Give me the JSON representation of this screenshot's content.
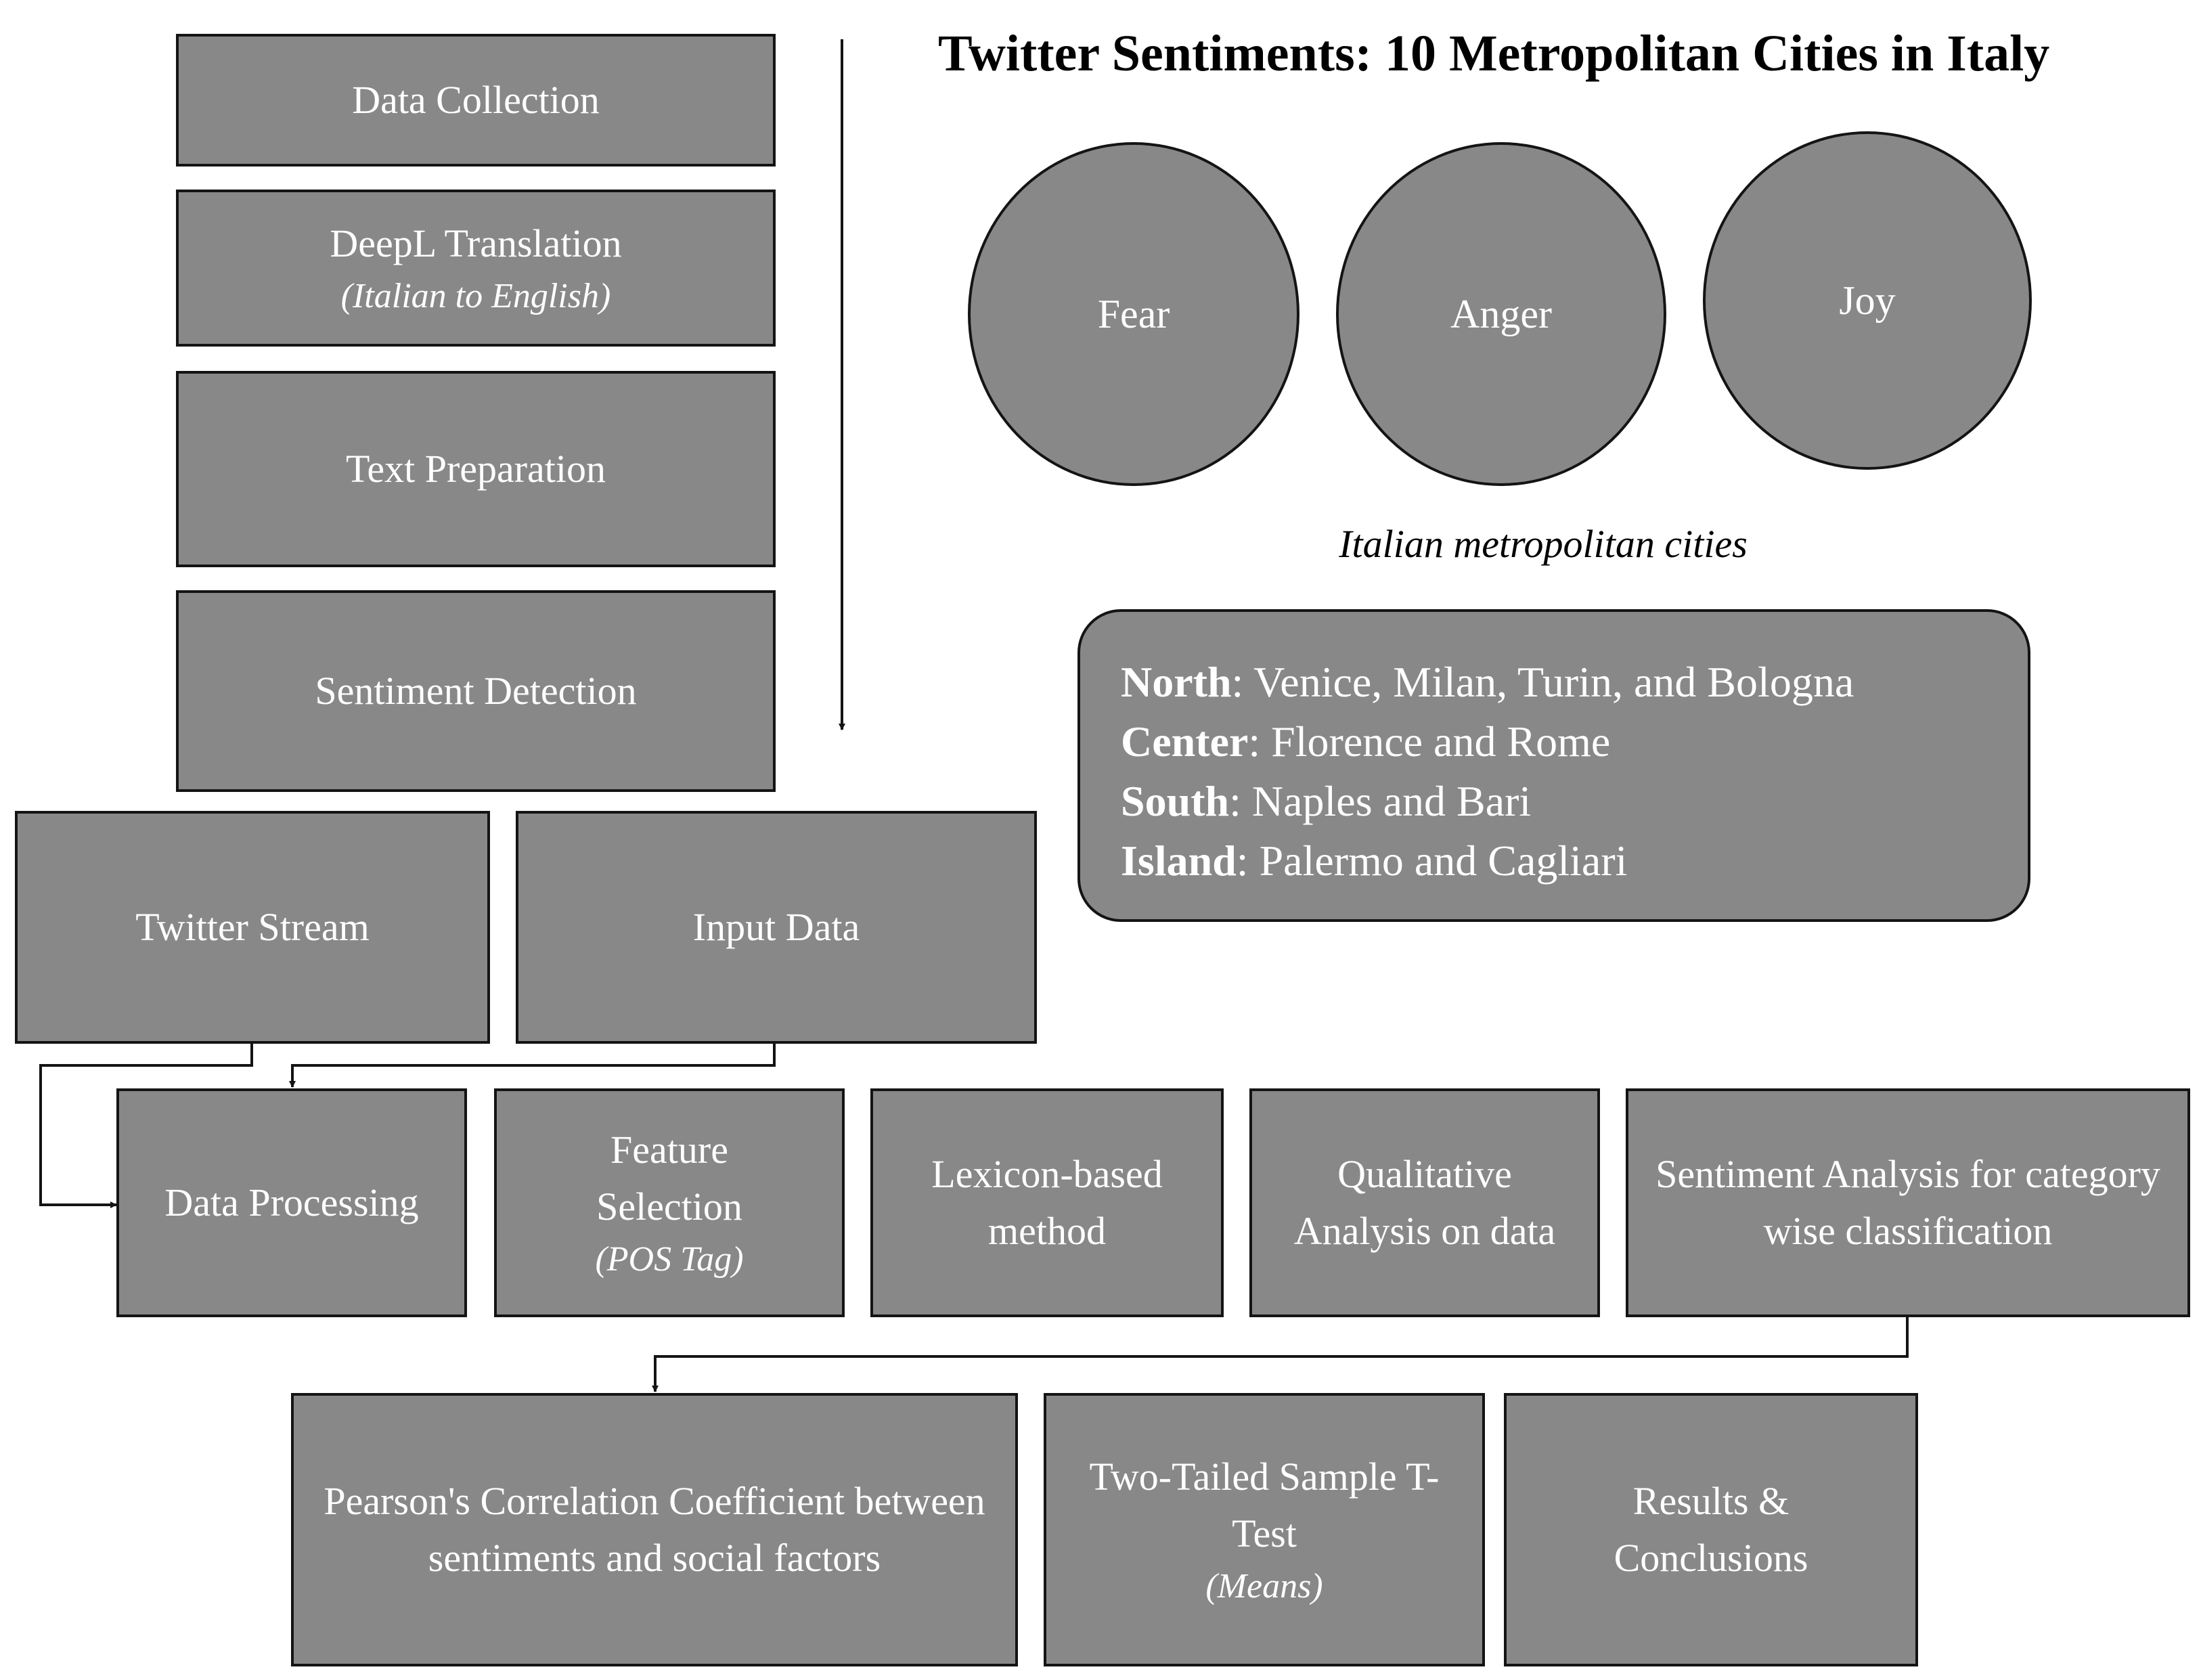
{
  "title": "Twitter Sentiments: 10 Metropolitan Cities in Italy",
  "pipeline": {
    "data_collection": "Data Collection",
    "deepl_translation": "DeepL Translation",
    "deepl_translation_note": "(Italian to English)",
    "text_preparation": "Text Preparation",
    "sentiment_detection": "Sentiment Detection"
  },
  "sentiments": [
    "Fear",
    "Anger",
    "Joy"
  ],
  "caption": "Italian metropolitan cities",
  "regions": [
    {
      "name": "North",
      "cities": ": Venice, Milan, Turin, and Bologna"
    },
    {
      "name": "Center",
      "cities": ": Florence and Rome"
    },
    {
      "name": "South",
      "cities": ": Naples and Bari"
    },
    {
      "name": "Island",
      "cities": ": Palermo and Cagliari"
    }
  ],
  "sources": {
    "twitter_stream": "Twitter Stream",
    "input_data": "Input Data"
  },
  "processing": {
    "data_processing": "Data Processing",
    "feature_selection": "Feature Selection",
    "feature_selection_note": "(POS Tag)",
    "lexicon_method": "Lexicon-based method",
    "qualitative_analysis": "Qualitative Analysis on data",
    "sentiment_analysis": "Sentiment Analysis for category wise classification"
  },
  "analysis": {
    "pearson": "Pearson's Correlation Coefficient between sentiments and social factors",
    "ttest": "Two-Tailed Sample T-Test",
    "ttest_note": "(Means)",
    "results": "Results & Conclusions"
  }
}
